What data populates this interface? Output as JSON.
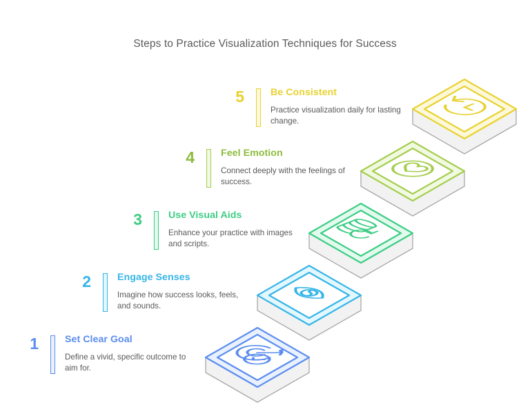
{
  "header": {
    "title": "Steps to Practice Visualization Techniques for Success"
  },
  "colors": {
    "step1": "#5b8def",
    "step2": "#36b5e8",
    "step3": "#3dcd84",
    "step4": "#a4ce4e",
    "step5": "#e8d230",
    "title_text": "#5a5a5a",
    "body_text": "#585858",
    "step_box_face": "#f2f2f2",
    "step_box_outline": "#a8a8a8",
    "background": "#ffffff"
  },
  "steps": [
    {
      "number": "1",
      "title": "Set Clear Goal",
      "description": "Define a vivid, specific outcome to aim for.",
      "color": "#5b8def",
      "fill": "#eaf1fe",
      "icon": "target-check-icon"
    },
    {
      "number": "2",
      "title": "Engage Senses",
      "description": "Imagine how success looks, feels, and sounds.",
      "color": "#36b5e8",
      "fill": "#e3f7fe",
      "icon": "eye-icon"
    },
    {
      "number": "3",
      "title": "Use Visual Aids",
      "description": "Enhance your practice with images and scripts.",
      "color": "#3dcd84",
      "fill": "#e3faee",
      "icon": "database-refresh-icon"
    },
    {
      "number": "4",
      "title": "Feel Emotion",
      "description": "Connect deeply with the feelings of success.",
      "color": "#a4ce4e",
      "fill": "#f2f9e2",
      "icon": "heart-circle-icon"
    },
    {
      "number": "5",
      "title": "Be Consistent",
      "description": "Practice visualization daily for lasting change.",
      "color": "#e8d230",
      "fill": "#fdf8d9",
      "icon": "clock-rewind-icon"
    }
  ]
}
